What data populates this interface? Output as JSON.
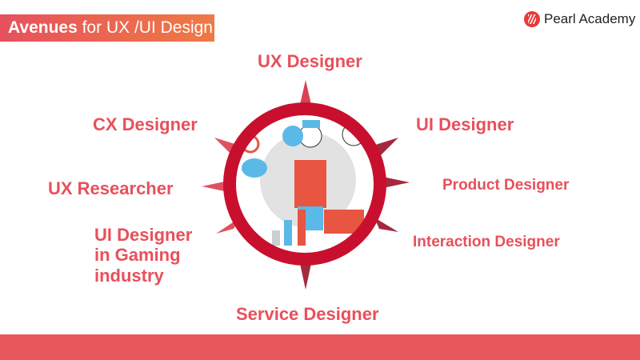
{
  "header": {
    "title_bold": "Avenues",
    "title_rest": " for UX /UI Design"
  },
  "logo": {
    "text": "Pearl Academy"
  },
  "roles": {
    "top": "UX Designer",
    "top_left": "CX Designer",
    "top_right": "UI Designer",
    "left": "UX Researcher",
    "right": "Product Designer",
    "bottom_left_1": "UI Designer",
    "bottom_left_2": "in Gaming",
    "bottom_left_3": "industry",
    "bottom_right": "Interaction Designer",
    "bottom": "Service Designer"
  },
  "colors": {
    "accent": "#e8505b",
    "ring": "#c8102e",
    "bar": "#e8575a"
  }
}
